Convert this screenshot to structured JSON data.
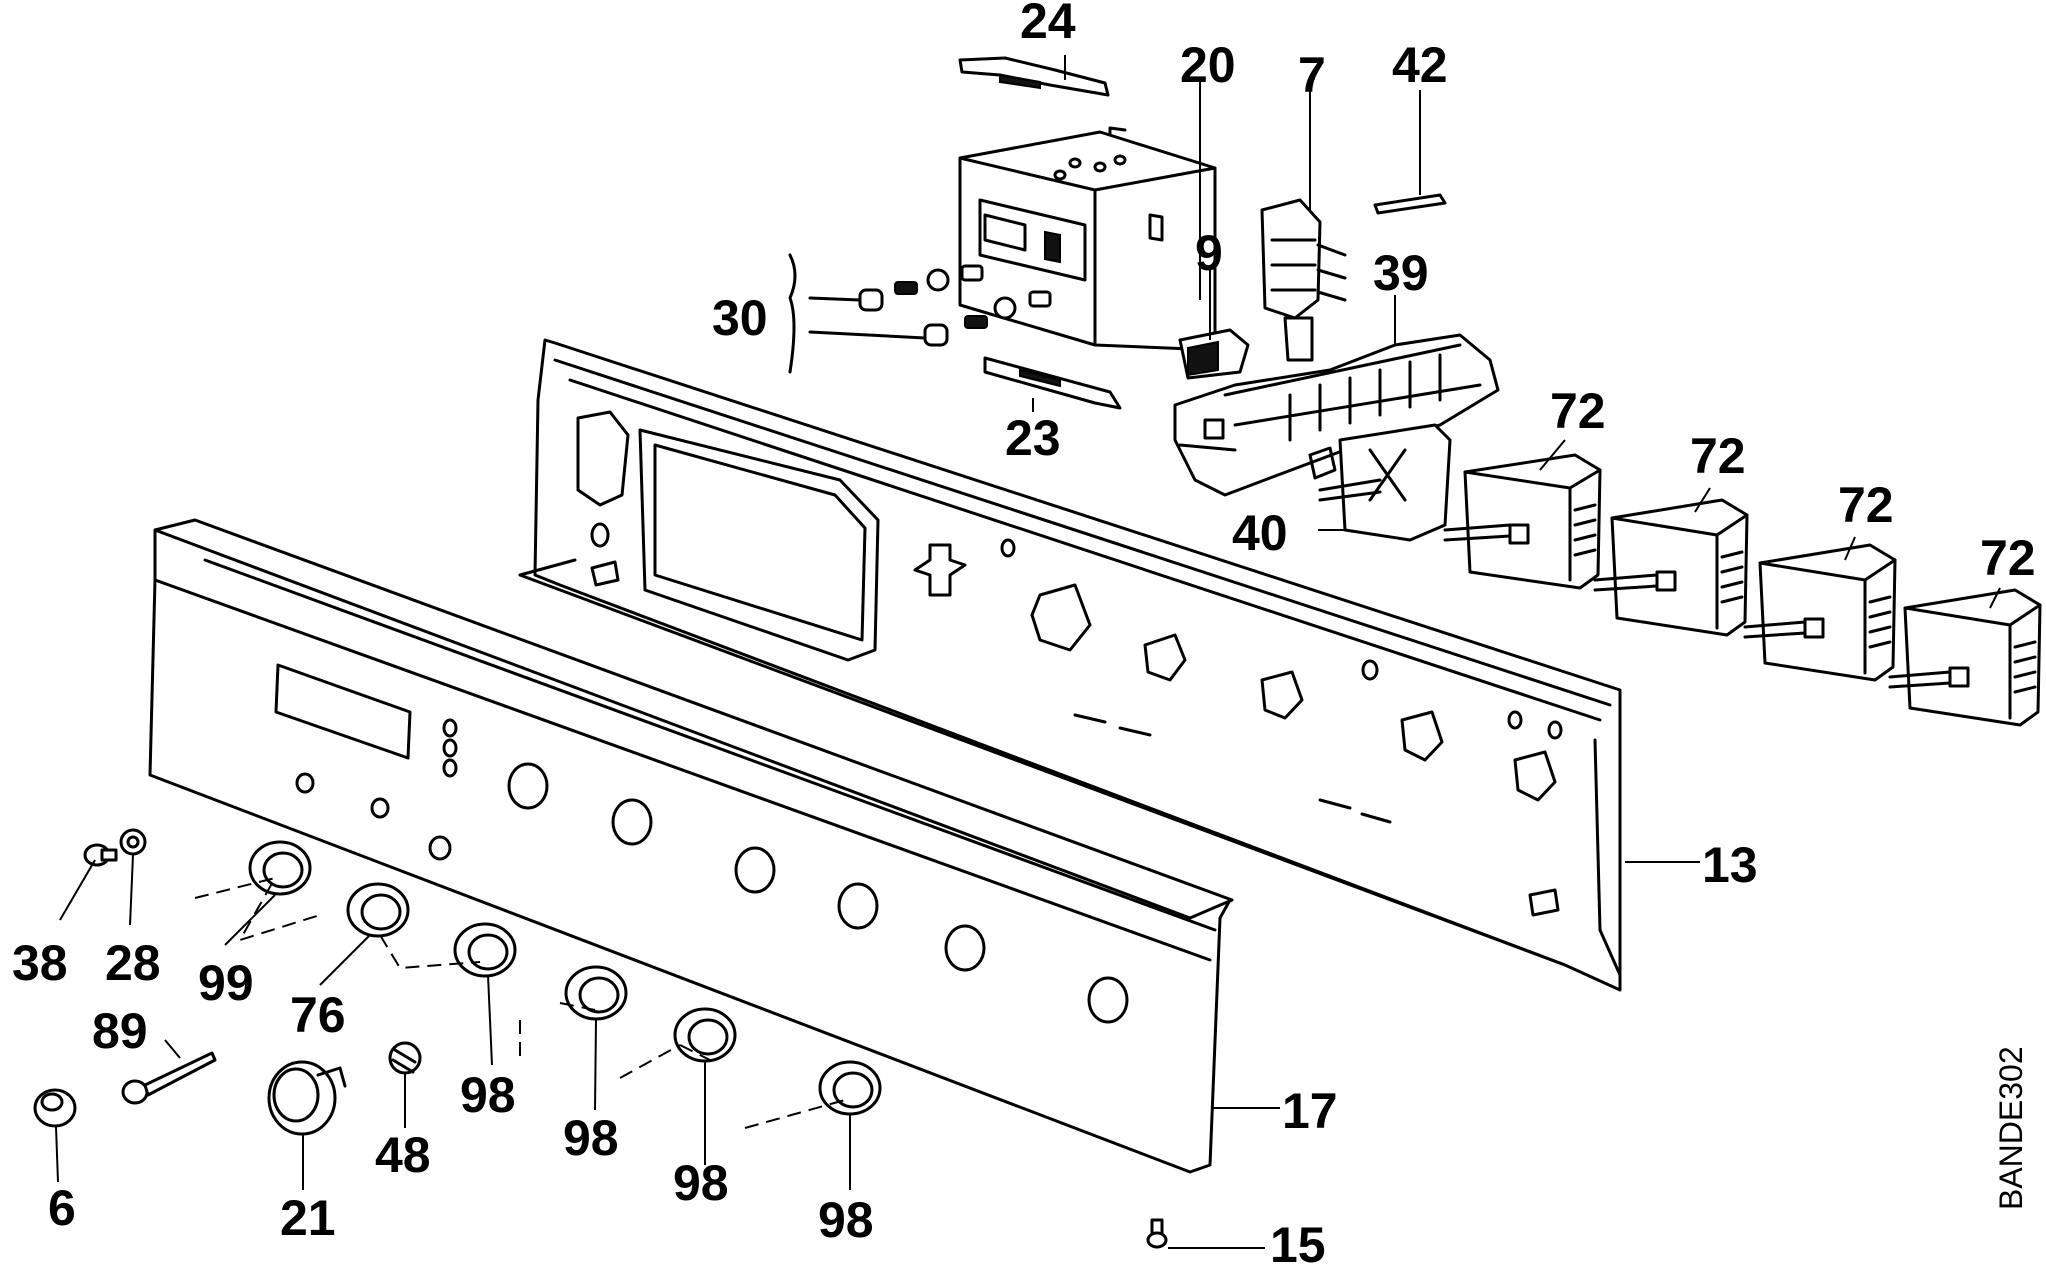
{
  "diagram": {
    "reference": "BANDE302",
    "callouts": {
      "p24": "24",
      "p20": "20",
      "p7": "7",
      "p42": "42",
      "p9": "9",
      "p39": "39",
      "p30": "30",
      "p23": "23",
      "p40": "40",
      "p72a": "72",
      "p72b": "72",
      "p72c": "72",
      "p72d": "72",
      "p13": "13",
      "p17": "17",
      "p15": "15",
      "p38": "38",
      "p28": "28",
      "p99": "99",
      "p76": "76",
      "p98a": "98",
      "p98b": "98",
      "p98c": "98",
      "p98d": "98",
      "p89": "89",
      "p6": "6",
      "p21": "21",
      "p48": "48"
    }
  }
}
